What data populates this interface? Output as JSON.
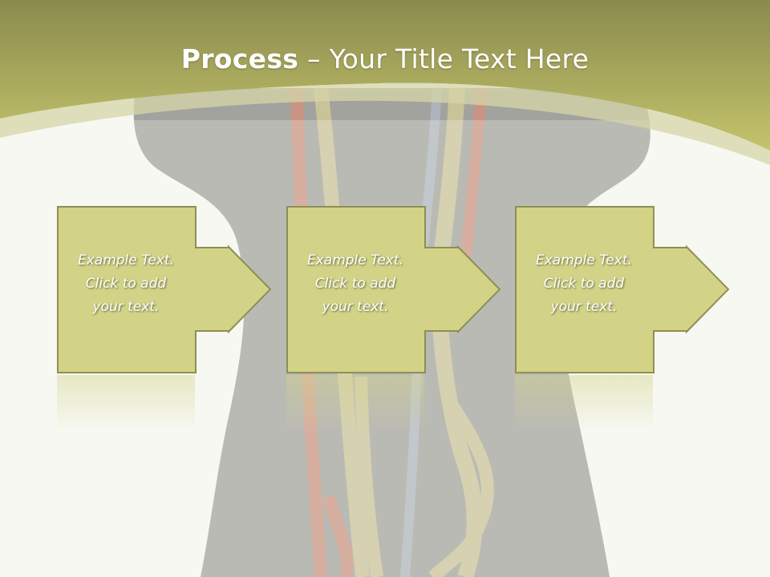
{
  "title": {
    "bold": "Process",
    "rest": " – Your Title Text Here"
  },
  "steps": [
    {
      "line1": "Example Text.",
      "line2": "Click  to add",
      "line3": "your text."
    },
    {
      "line1": "Example Text.",
      "line2": "Click  to add",
      "line3": "your text."
    },
    {
      "line1": "Example Text.",
      "line2": "Click  to add",
      "line3": "your text."
    }
  ],
  "colors": {
    "header_top": "#8a8a4e",
    "header_bottom": "#c2c26a",
    "box_fill": "#d2d386",
    "box_stroke": "#8e8f55",
    "silhouette": "#6b6b68"
  }
}
